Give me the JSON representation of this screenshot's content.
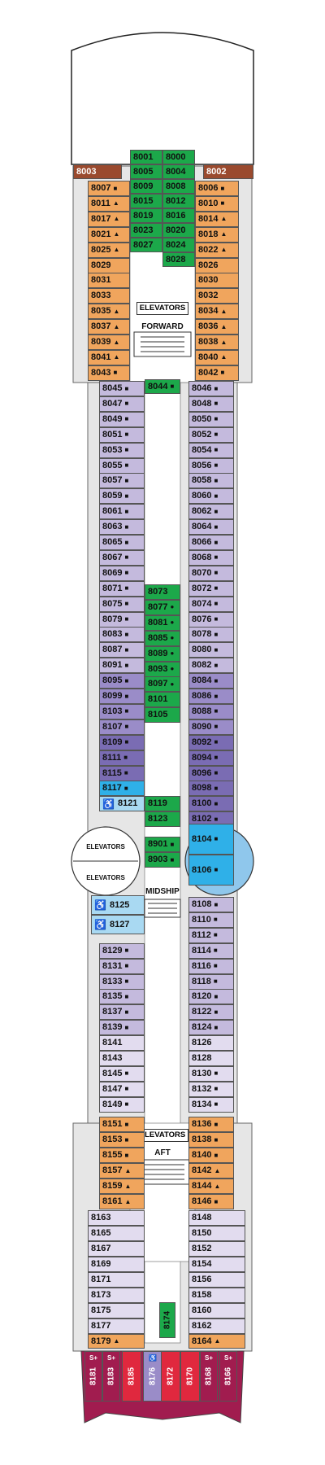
{
  "labels": {
    "elevators_forward": "ELEVATORS",
    "forward": "FORWARD",
    "elevators_mid_top": "ELEVATORS",
    "elevators_mid_bottom": "ELEVATORS",
    "midship": "MIDSHIP",
    "elevators_aft": "ELEVATORS",
    "aft": "AFT"
  },
  "colors": {
    "orange": "#f0a55d",
    "green": "#1ca84a",
    "lavender": "#c4badd",
    "purple": "#9a8cc8",
    "violet": "#7a6cb3",
    "blue": "#2fb0e8",
    "lightblue": "#a9d9f2",
    "pale": "#e2dcef",
    "brown": "#9a4a2e",
    "maroon": "#a11c4f",
    "red": "#e0283e",
    "hull": "#e6e6e6"
  },
  "cabins": [
    {
      "n": "8003",
      "c": "brown"
    },
    {
      "n": "8002",
      "c": "brown"
    },
    {
      "n": "8001",
      "c": "green"
    },
    {
      "n": "8000",
      "c": "green"
    },
    {
      "n": "8005",
      "c": "green"
    },
    {
      "n": "8004",
      "c": "green"
    },
    {
      "n": "8009",
      "c": "green"
    },
    {
      "n": "8008",
      "c": "green"
    },
    {
      "n": "8015",
      "c": "green"
    },
    {
      "n": "8012",
      "c": "green"
    },
    {
      "n": "8019",
      "c": "green"
    },
    {
      "n": "8016",
      "c": "green"
    },
    {
      "n": "8023",
      "c": "green"
    },
    {
      "n": "8020",
      "c": "green"
    },
    {
      "n": "8027",
      "c": "green"
    },
    {
      "n": "8024",
      "c": "green"
    },
    {
      "n": "8028",
      "c": "green"
    },
    {
      "n": "8007",
      "c": "orange",
      "s": "■"
    },
    {
      "n": "8006",
      "c": "orange",
      "s": "■"
    },
    {
      "n": "8011",
      "c": "orange",
      "s": "▲"
    },
    {
      "n": "8010",
      "c": "orange",
      "s": "■"
    },
    {
      "n": "8017",
      "c": "orange",
      "s": "▲"
    },
    {
      "n": "8014",
      "c": "orange",
      "s": "▲"
    },
    {
      "n": "8021",
      "c": "orange",
      "s": "▲"
    },
    {
      "n": "8018",
      "c": "orange",
      "s": "▲"
    },
    {
      "n": "8025",
      "c": "orange",
      "s": "▲"
    },
    {
      "n": "8022",
      "c": "orange",
      "s": "▲"
    },
    {
      "n": "8029",
      "c": "orange"
    },
    {
      "n": "8026",
      "c": "orange"
    },
    {
      "n": "8031",
      "c": "orange"
    },
    {
      "n": "8030",
      "c": "orange"
    },
    {
      "n": "8033",
      "c": "orange"
    },
    {
      "n": "8032",
      "c": "orange"
    },
    {
      "n": "8035",
      "c": "orange",
      "s": "▲"
    },
    {
      "n": "8034",
      "c": "orange",
      "s": "▲"
    },
    {
      "n": "8037",
      "c": "orange",
      "s": "▲"
    },
    {
      "n": "8036",
      "c": "orange",
      "s": "▲"
    },
    {
      "n": "8039",
      "c": "orange",
      "s": "▲"
    },
    {
      "n": "8038",
      "c": "orange",
      "s": "▲"
    },
    {
      "n": "8041",
      "c": "orange",
      "s": "▲"
    },
    {
      "n": "8040",
      "c": "orange",
      "s": "▲"
    },
    {
      "n": "8043",
      "c": "orange",
      "s": "■"
    },
    {
      "n": "8042",
      "c": "orange",
      "s": "■"
    },
    {
      "n": "8044",
      "c": "green",
      "s": "■"
    },
    {
      "n": "8045",
      "c": "lavender",
      "s": "■"
    },
    {
      "n": "8046",
      "c": "lavender",
      "s": "■"
    },
    {
      "n": "8047",
      "c": "lavender",
      "s": "■"
    },
    {
      "n": "8048",
      "c": "lavender",
      "s": "■"
    },
    {
      "n": "8049",
      "c": "lavender",
      "s": "■"
    },
    {
      "n": "8050",
      "c": "lavender",
      "s": "■"
    },
    {
      "n": "8051",
      "c": "lavender",
      "s": "■"
    },
    {
      "n": "8052",
      "c": "lavender",
      "s": "■"
    },
    {
      "n": "8053",
      "c": "lavender",
      "s": "■"
    },
    {
      "n": "8054",
      "c": "lavender",
      "s": "■"
    },
    {
      "n": "8055",
      "c": "lavender",
      "s": "■"
    },
    {
      "n": "8056",
      "c": "lavender",
      "s": "■"
    },
    {
      "n": "8057",
      "c": "lavender",
      "s": "■"
    },
    {
      "n": "8058",
      "c": "lavender",
      "s": "■"
    },
    {
      "n": "8059",
      "c": "lavender",
      "s": "■"
    },
    {
      "n": "8060",
      "c": "lavender",
      "s": "■"
    },
    {
      "n": "8061",
      "c": "lavender",
      "s": "■"
    },
    {
      "n": "8062",
      "c": "lavender",
      "s": "■"
    },
    {
      "n": "8063",
      "c": "lavender",
      "s": "■"
    },
    {
      "n": "8064",
      "c": "lavender",
      "s": "■"
    },
    {
      "n": "8065",
      "c": "lavender",
      "s": "■"
    },
    {
      "n": "8066",
      "c": "lavender",
      "s": "■"
    },
    {
      "n": "8067",
      "c": "lavender",
      "s": "■"
    },
    {
      "n": "8068",
      "c": "lavender",
      "s": "■"
    },
    {
      "n": "8069",
      "c": "lavender",
      "s": "■"
    },
    {
      "n": "8070",
      "c": "lavender",
      "s": "■"
    },
    {
      "n": "8071",
      "c": "lavender",
      "s": "■"
    },
    {
      "n": "8072",
      "c": "lavender",
      "s": "■"
    },
    {
      "n": "8075",
      "c": "lavender",
      "s": "■"
    },
    {
      "n": "8074",
      "c": "lavender",
      "s": "■"
    },
    {
      "n": "8079",
      "c": "lavender",
      "s": "■"
    },
    {
      "n": "8076",
      "c": "lavender",
      "s": "■"
    },
    {
      "n": "8083",
      "c": "lavender",
      "s": "■"
    },
    {
      "n": "8078",
      "c": "lavender",
      "s": "■"
    },
    {
      "n": "8087",
      "c": "lavender",
      "s": "■"
    },
    {
      "n": "8080",
      "c": "lavender",
      "s": "■"
    },
    {
      "n": "8091",
      "c": "lavender",
      "s": "■"
    },
    {
      "n": "8082",
      "c": "lavender",
      "s": "■"
    },
    {
      "n": "8073",
      "c": "green"
    },
    {
      "n": "8077",
      "c": "green",
      "s": "●"
    },
    {
      "n": "8081",
      "c": "green",
      "s": "●"
    },
    {
      "n": "8085",
      "c": "green",
      "s": "●"
    },
    {
      "n": "8089",
      "c": "green",
      "s": "●"
    },
    {
      "n": "8093",
      "c": "green",
      "s": "●"
    },
    {
      "n": "8097",
      "c": "green",
      "s": "●"
    },
    {
      "n": "8101",
      "c": "green"
    },
    {
      "n": "8105",
      "c": "green"
    },
    {
      "n": "8095",
      "c": "purple",
      "s": "■"
    },
    {
      "n": "8084",
      "c": "purple",
      "s": "■"
    },
    {
      "n": "8099",
      "c": "purple",
      "s": "■"
    },
    {
      "n": "8086",
      "c": "purple",
      "s": "■"
    },
    {
      "n": "8103",
      "c": "purple",
      "s": "■"
    },
    {
      "n": "8088",
      "c": "purple",
      "s": "■"
    },
    {
      "n": "8107",
      "c": "purple",
      "s": "■"
    },
    {
      "n": "8090",
      "c": "purple",
      "s": "■"
    },
    {
      "n": "8109",
      "c": "violet",
      "s": "■"
    },
    {
      "n": "8092",
      "c": "violet",
      "s": "■"
    },
    {
      "n": "8111",
      "c": "violet",
      "s": "■"
    },
    {
      "n": "8094",
      "c": "violet",
      "s": "■"
    },
    {
      "n": "8115",
      "c": "violet",
      "s": "■"
    },
    {
      "n": "8096",
      "c": "violet",
      "s": "■"
    },
    {
      "n": "8117",
      "c": "blue",
      "s": "■"
    },
    {
      "n": "8098",
      "c": "violet",
      "s": "■"
    },
    {
      "n": "8121",
      "c": "lightblue",
      "s": "♿"
    },
    {
      "n": "8100",
      "c": "violet",
      "s": "■"
    },
    {
      "n": "8102",
      "c": "violet",
      "s": "■"
    },
    {
      "n": "8119",
      "c": "green"
    },
    {
      "n": "8123",
      "c": "green"
    },
    {
      "n": "8901",
      "c": "green",
      "s": "■"
    },
    {
      "n": "8903",
      "c": "green",
      "s": "■"
    },
    {
      "n": "8104",
      "c": "blue",
      "s": "■"
    },
    {
      "n": "8106",
      "c": "blue",
      "s": "■"
    },
    {
      "n": "8125",
      "c": "lightblue",
      "s": "♿"
    },
    {
      "n": "8108",
      "c": "lavender",
      "s": "■"
    },
    {
      "n": "8127",
      "c": "lightblue",
      "s": "♿"
    },
    {
      "n": "8110",
      "c": "lavender",
      "s": "■"
    },
    {
      "n": "8112",
      "c": "lavender",
      "s": "■"
    },
    {
      "n": "8129",
      "c": "lavender",
      "s": "■"
    },
    {
      "n": "8114",
      "c": "lavender",
      "s": "■"
    },
    {
      "n": "8131",
      "c": "lavender",
      "s": "■"
    },
    {
      "n": "8116",
      "c": "lavender",
      "s": "■"
    },
    {
      "n": "8133",
      "c": "lavender",
      "s": "■"
    },
    {
      "n": "8118",
      "c": "lavender",
      "s": "■"
    },
    {
      "n": "8135",
      "c": "lavender",
      "s": "■"
    },
    {
      "n": "8120",
      "c": "lavender",
      "s": "■"
    },
    {
      "n": "8137",
      "c": "lavender",
      "s": "■"
    },
    {
      "n": "8122",
      "c": "lavender",
      "s": "■"
    },
    {
      "n": "8139",
      "c": "lavender",
      "s": "■"
    },
    {
      "n": "8124",
      "c": "lavender",
      "s": "■"
    },
    {
      "n": "8141",
      "c": "pale"
    },
    {
      "n": "8126",
      "c": "pale"
    },
    {
      "n": "8143",
      "c": "pale"
    },
    {
      "n": "8128",
      "c": "pale"
    },
    {
      "n": "8145",
      "c": "pale",
      "s": "■"
    },
    {
      "n": "8130",
      "c": "pale",
      "s": "■"
    },
    {
      "n": "8147",
      "c": "pale",
      "s": "■"
    },
    {
      "n": "8132",
      "c": "pale",
      "s": "■"
    },
    {
      "n": "8149",
      "c": "pale",
      "s": "■"
    },
    {
      "n": "8134",
      "c": "pale",
      "s": "■"
    },
    {
      "n": "8151",
      "c": "orange",
      "s": "■"
    },
    {
      "n": "8136",
      "c": "orange",
      "s": "■"
    },
    {
      "n": "8153",
      "c": "orange",
      "s": "■"
    },
    {
      "n": "8138",
      "c": "orange",
      "s": "■"
    },
    {
      "n": "8155",
      "c": "orange",
      "s": "■"
    },
    {
      "n": "8140",
      "c": "orange",
      "s": "■"
    },
    {
      "n": "8157",
      "c": "orange",
      "s": "▲"
    },
    {
      "n": "8142",
      "c": "orange",
      "s": "▲"
    },
    {
      "n": "8159",
      "c": "orange",
      "s": "▲"
    },
    {
      "n": "8144",
      "c": "orange",
      "s": "▲"
    },
    {
      "n": "8161",
      "c": "orange",
      "s": "▲"
    },
    {
      "n": "8146",
      "c": "orange",
      "s": "■"
    },
    {
      "n": "8163",
      "c": "pale"
    },
    {
      "n": "8148",
      "c": "pale"
    },
    {
      "n": "8165",
      "c": "pale"
    },
    {
      "n": "8150",
      "c": "pale"
    },
    {
      "n": "8167",
      "c": "pale"
    },
    {
      "n": "8152",
      "c": "pale"
    },
    {
      "n": "8169",
      "c": "pale"
    },
    {
      "n": "8154",
      "c": "pale"
    },
    {
      "n": "8171",
      "c": "pale"
    },
    {
      "n": "8156",
      "c": "pale"
    },
    {
      "n": "8173",
      "c": "pale"
    },
    {
      "n": "8158",
      "c": "pale"
    },
    {
      "n": "8175",
      "c": "pale"
    },
    {
      "n": "8160",
      "c": "pale"
    },
    {
      "n": "8177",
      "c": "pale"
    },
    {
      "n": "8162",
      "c": "pale"
    },
    {
      "n": "8179",
      "c": "orange",
      "s": "▲"
    },
    {
      "n": "8164",
      "c": "orange",
      "s": "▲"
    },
    {
      "n": "8174",
      "c": "green"
    },
    {
      "n": "8181",
      "c": "maroon",
      "s": "S+"
    },
    {
      "n": "8183",
      "c": "maroon",
      "s": "S+"
    },
    {
      "n": "8185",
      "c": "red"
    },
    {
      "n": "8176",
      "c": "purple",
      "s": "♿"
    },
    {
      "n": "8172",
      "c": "red"
    },
    {
      "n": "8170",
      "c": "red"
    },
    {
      "n": "8168",
      "c": "maroon",
      "s": "S+"
    },
    {
      "n": "8166",
      "c": "maroon",
      "s": "S+"
    }
  ]
}
